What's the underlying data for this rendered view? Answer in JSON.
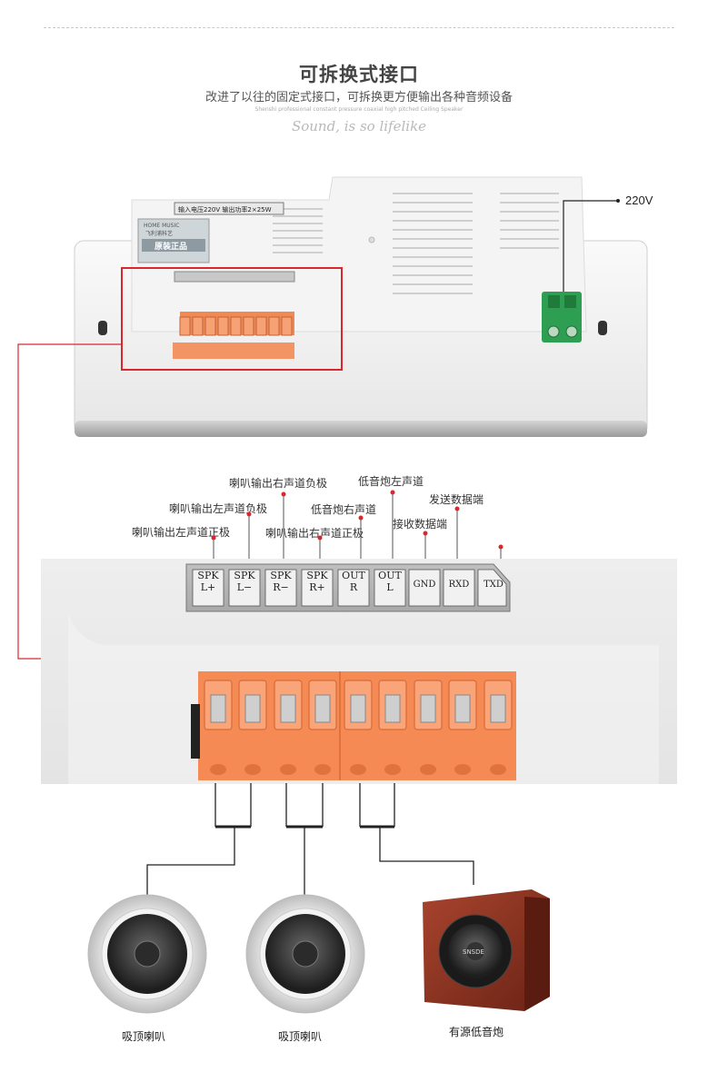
{
  "header": {
    "title": "可拆换式接口",
    "subtitle": "改进了以往的固定式接口，可拆换更方便输出各种音频设备",
    "small_en": "Shenshi professional constant pressure coaxial high pitched Ceiling Speaker",
    "script_en": "Sound, is so lifelike"
  },
  "device": {
    "spec_label": "输入电压220V   输出功率2×25W",
    "sticker_brand": "HOME MUSIC",
    "sticker_name": "飞利浦科艺",
    "sticker_badge": "原装正品",
    "voltage_label": "220V"
  },
  "annotations": {
    "spk_l_pos": "喇叭输出左声道正极",
    "spk_l_neg": "喇叭输出左声道负极",
    "spk_r_neg": "喇叭输出右声道负极",
    "spk_r_pos": "喇叭输出右声道正极",
    "out_r": "低音炮右声道",
    "out_l": "低音炮左声道",
    "gnd": "接收数据端",
    "rxd": "发送数据端"
  },
  "terminals": [
    {
      "top": "SPK",
      "bottom": "L+"
    },
    {
      "top": "SPK",
      "bottom": "L−"
    },
    {
      "top": "SPK",
      "bottom": "R−"
    },
    {
      "top": "SPK",
      "bottom": "R+"
    },
    {
      "top": "OUT",
      "bottom": "R"
    },
    {
      "top": "OUT",
      "bottom": "L"
    },
    {
      "top": "GND",
      "bottom": ""
    },
    {
      "top": "RXD",
      "bottom": ""
    },
    {
      "top": "TXD",
      "bottom": ""
    }
  ],
  "devices": {
    "ceiling_speaker_1": "吸顶喇叭",
    "ceiling_speaker_2": "吸顶喇叭",
    "subwoofer": "有源低音炮",
    "subwoofer_logo": "SNSDE"
  },
  "colors": {
    "callout_red": "#d9272e",
    "terminal_orange": "#f58a55",
    "green_terminal": "#2e9e52"
  }
}
